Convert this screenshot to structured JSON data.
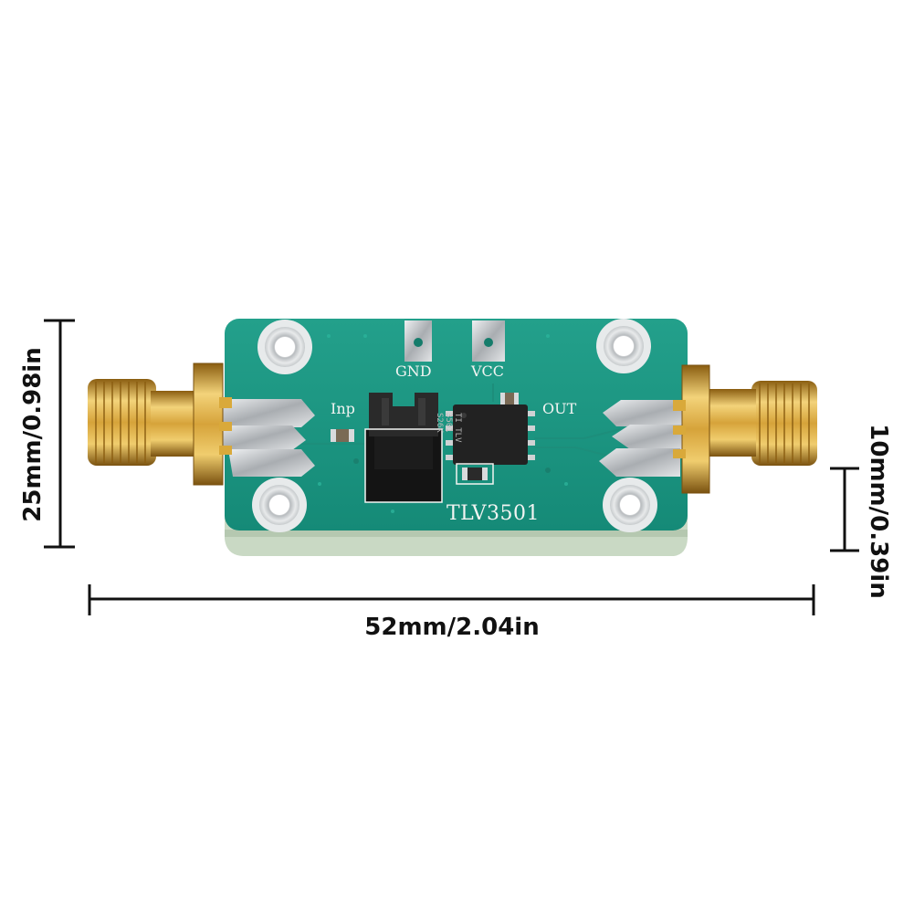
{
  "dimensions": {
    "width": "52mm/2.04in",
    "height": "25mm/0.98in",
    "thickness": "10mm/0.39in"
  },
  "silkscreen": {
    "gnd": "GND",
    "vcc": "VCC",
    "input": "Inp",
    "output": "OUT",
    "chip": "TLV3501"
  },
  "ic_marking": "TI TLV\n3501\nS26K",
  "colors": {
    "pcb": "#1f9a86",
    "pcb_edge": "#c9d9c4",
    "gold": "#d9a93a",
    "solder": "#c9cdd1",
    "jumper": "#1c1c1c",
    "ic": "#222222",
    "dimension_line": "#111111"
  },
  "icons": [
    "sma-connector-left",
    "sma-connector-right",
    "jumper-header",
    "ic-chip",
    "mounting-hole"
  ]
}
